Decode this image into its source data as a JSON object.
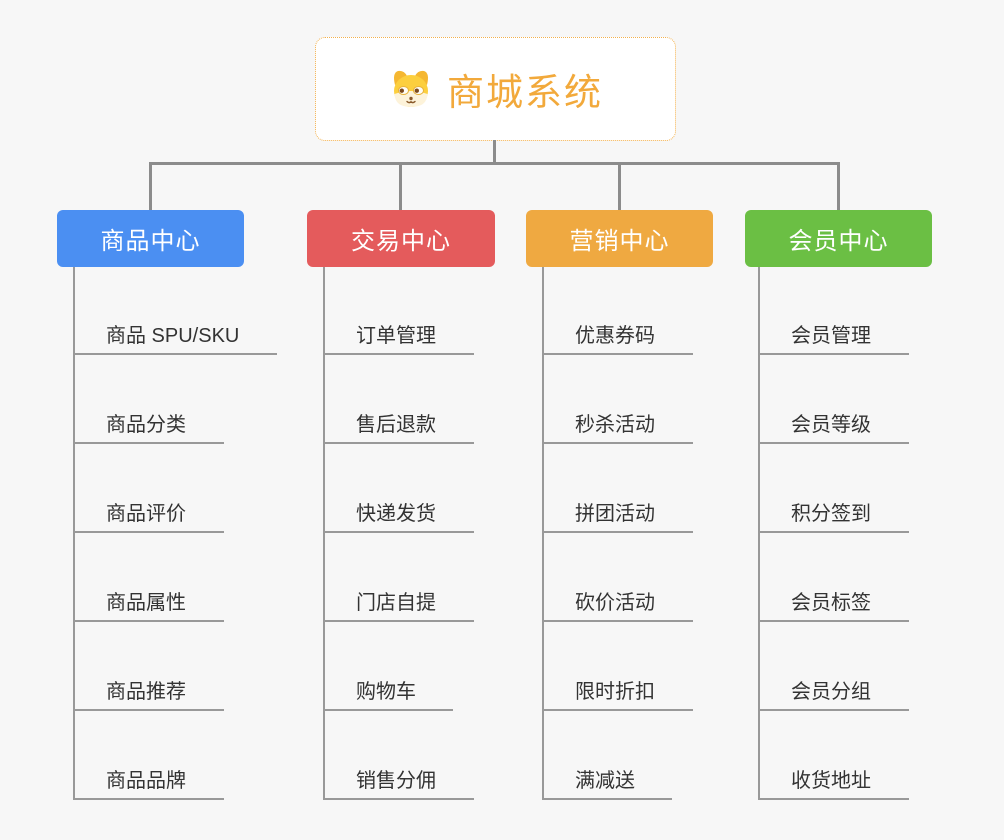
{
  "root": {
    "title": "商城系统",
    "icon": "dog-face-icon",
    "accent_color": "#f2a93b",
    "border_color": "#f3b14e"
  },
  "connector_color": "#8c8c8c",
  "branches": [
    {
      "label": "商品中心",
      "color": "#4b8ff2",
      "items": [
        "商品 SPU/SKU",
        "商品分类",
        "商品评价",
        "商品属性",
        "商品推荐",
        "商品品牌"
      ]
    },
    {
      "label": "交易中心",
      "color": "#e45b5c",
      "items": [
        "订单管理",
        "售后退款",
        "快递发货",
        "门店自提",
        "购物车",
        "销售分佣"
      ]
    },
    {
      "label": "营销中心",
      "color": "#efa941",
      "items": [
        "优惠券码",
        "秒杀活动",
        "拼团活动",
        "砍价活动",
        "限时折扣",
        "满减送"
      ]
    },
    {
      "label": "会员中心",
      "color": "#6bbf44",
      "items": [
        "会员管理",
        "会员等级",
        "积分签到",
        "会员标签",
        "会员分组",
        "收货地址"
      ]
    }
  ]
}
